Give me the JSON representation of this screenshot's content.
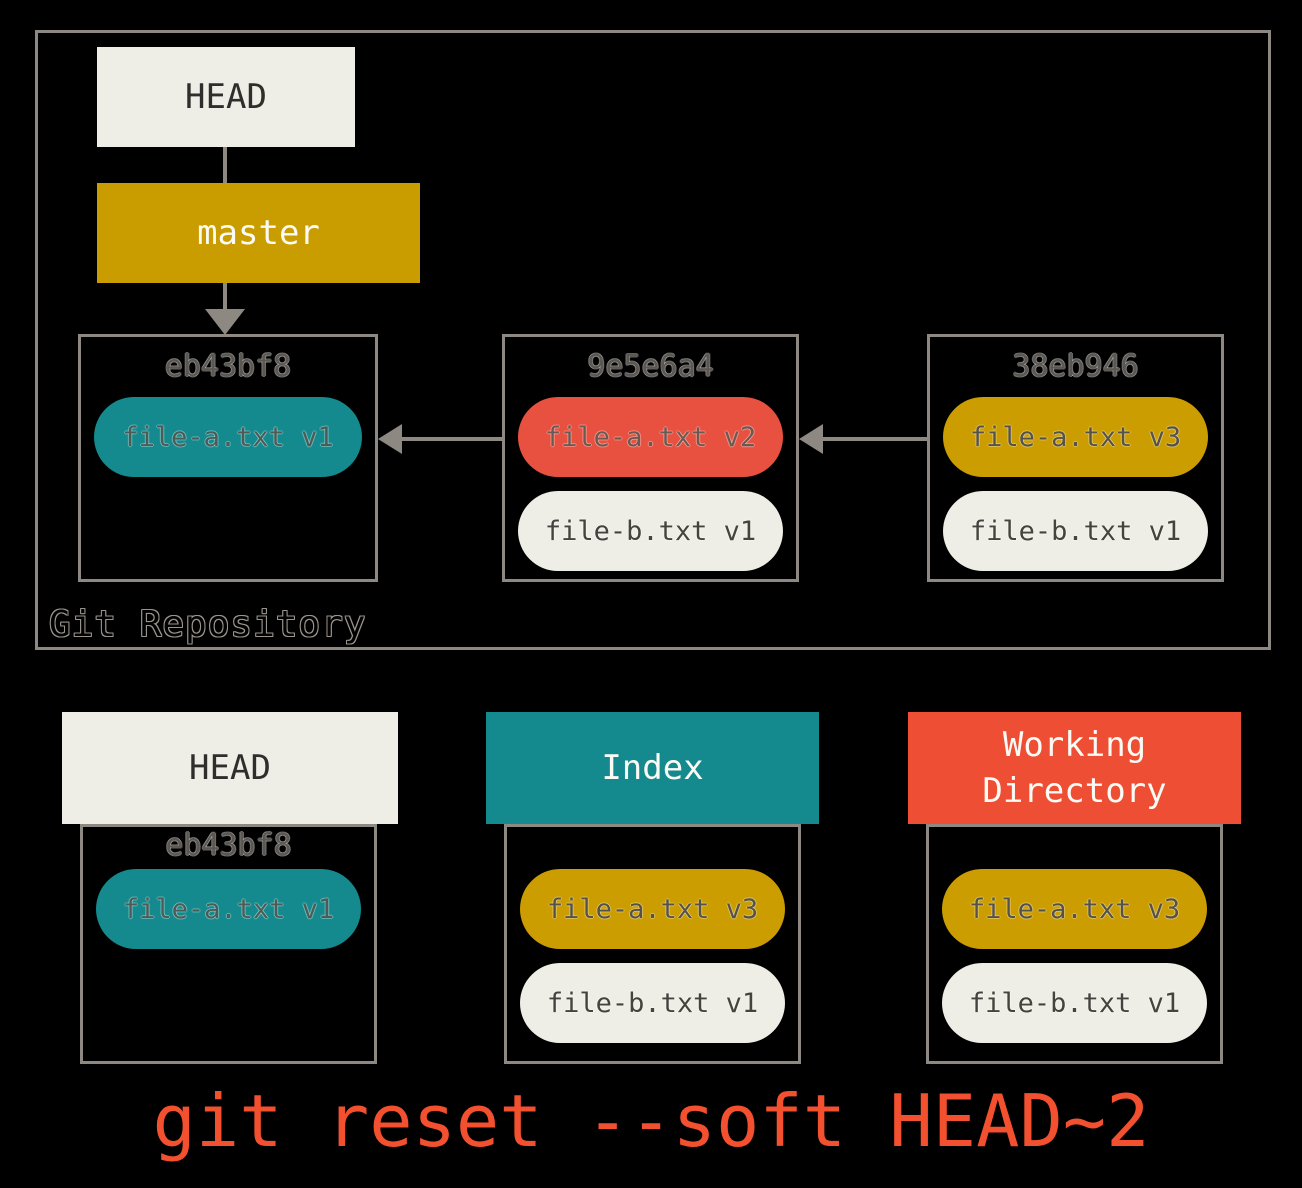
{
  "colors": {
    "background": "#000000",
    "border_gray": "#8E8882",
    "cream": "#EFEEE6",
    "teal": "#148A8E",
    "gold": "#C99D00",
    "red": "#EE4E33",
    "caption_red": "#F2502F"
  },
  "repository": {
    "label": "Git Repository",
    "head": {
      "label": "HEAD"
    },
    "branch": {
      "label": "master"
    },
    "commits": [
      {
        "hash": "eb43bf8",
        "files": [
          {
            "name": "file-a.txt v1",
            "color": "teal"
          }
        ]
      },
      {
        "hash": "9e5e6a4",
        "files": [
          {
            "name": "file-a.txt v2",
            "color": "red"
          },
          {
            "name": "file-b.txt v1",
            "color": "cream"
          }
        ]
      },
      {
        "hash": "38eb946",
        "files": [
          {
            "name": "file-a.txt v3",
            "color": "gold"
          },
          {
            "name": "file-b.txt v1",
            "color": "cream"
          }
        ]
      }
    ]
  },
  "areas": [
    {
      "title": "HEAD",
      "theme": "cream",
      "hash": "eb43bf8",
      "files": [
        {
          "name": "file-a.txt v1",
          "color": "teal"
        }
      ]
    },
    {
      "title": "Index",
      "theme": "teal",
      "files": [
        {
          "name": "file-a.txt v3",
          "color": "gold"
        },
        {
          "name": "file-b.txt v1",
          "color": "cream"
        }
      ]
    },
    {
      "title": "Working Directory",
      "theme": "red",
      "files": [
        {
          "name": "file-a.txt v3",
          "color": "gold"
        },
        {
          "name": "file-b.txt v1",
          "color": "cream"
        }
      ]
    }
  ],
  "caption": "git reset --soft HEAD~2"
}
